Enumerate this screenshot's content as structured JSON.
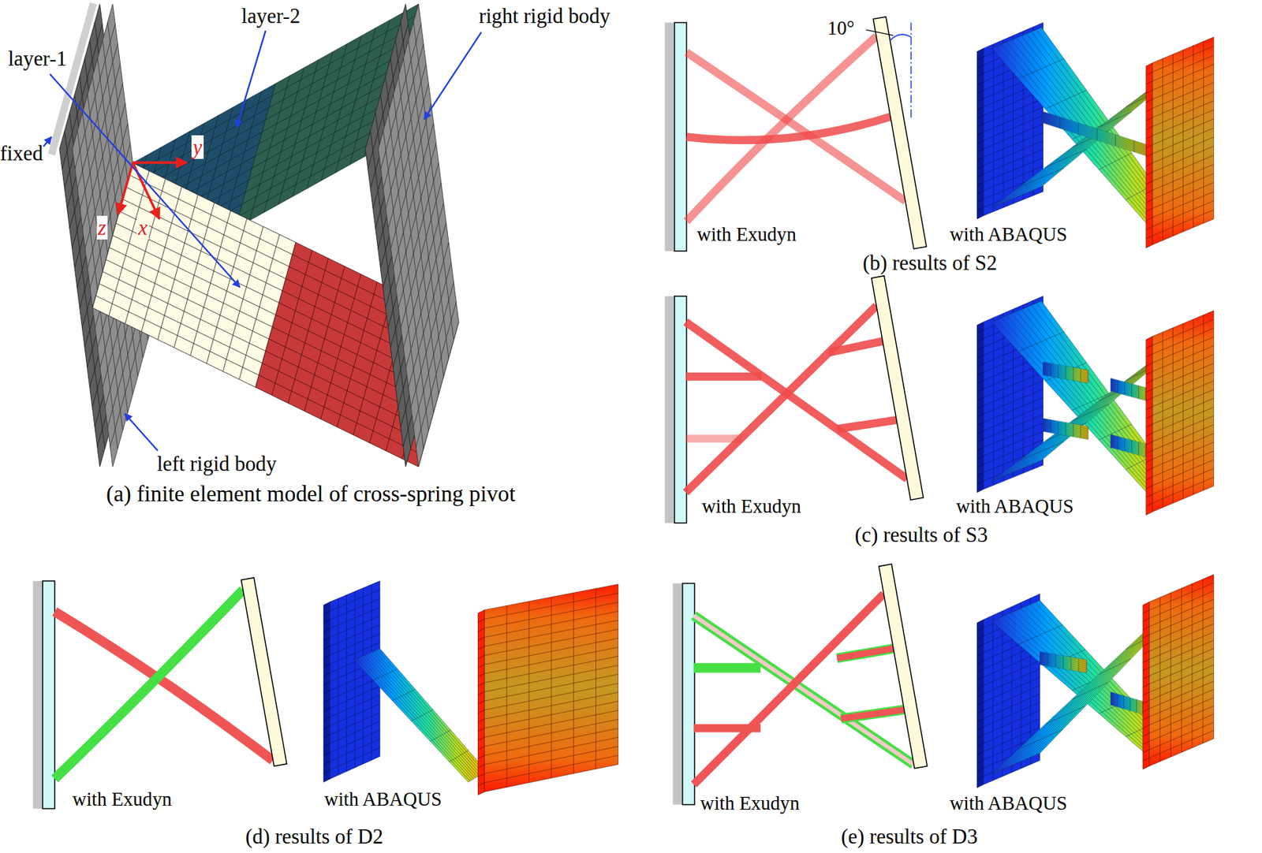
{
  "diagram": {
    "labels": [
      "right rigid body",
      "layer-1",
      "layer-2",
      "fixed",
      "y",
      "z",
      "x",
      "left rigid body",
      "(a) finite element model of cross-spring pivot",
      "10°",
      "with Exudyn",
      "with ABAQUS",
      "(b) results of S2",
      "with Exudyn",
      "with ABAQUS",
      "(c) results of S3",
      "with Exudyn",
      "with ABAQUS",
      "(d) results of D2",
      "with Exudyn",
      "with ABAQUS",
      "(e) results of D3"
    ]
  }
}
